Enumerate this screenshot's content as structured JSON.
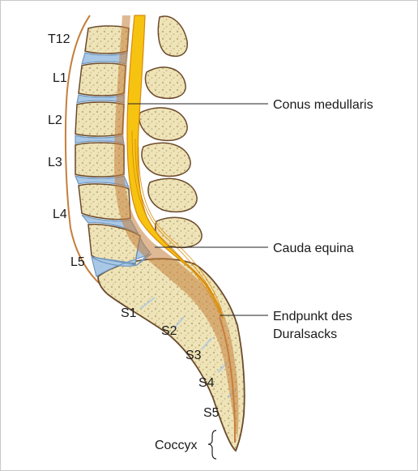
{
  "vertebra_labels": [
    {
      "id": "t12",
      "text": "T12"
    },
    {
      "id": "l1",
      "text": "L1"
    },
    {
      "id": "l2",
      "text": "L2"
    },
    {
      "id": "l3",
      "text": "L3"
    },
    {
      "id": "l4",
      "text": "L4"
    },
    {
      "id": "l5",
      "text": "L5"
    },
    {
      "id": "s1",
      "text": "S1"
    },
    {
      "id": "s2",
      "text": "S2"
    },
    {
      "id": "s3",
      "text": "S3"
    },
    {
      "id": "s4",
      "text": "S4"
    },
    {
      "id": "s5",
      "text": "S5"
    },
    {
      "id": "coccyx",
      "text": "Coccyx"
    }
  ],
  "callouts": {
    "conus": "Conus medullaris",
    "cauda": "Cauda equina",
    "endpoint_line1": "Endpunkt des",
    "endpoint_line2": "Duralsacks"
  },
  "colors": {
    "bone": "#efe4b8",
    "bone_dots": "#9b8a55",
    "disc": "#a9c8e6",
    "disc_edge": "#6f97bf",
    "cord": "#f6c311",
    "cord_dark": "#d88a0c",
    "dura": "#c47f3d",
    "outline": "#6b4a2c",
    "leader": "#222222"
  }
}
